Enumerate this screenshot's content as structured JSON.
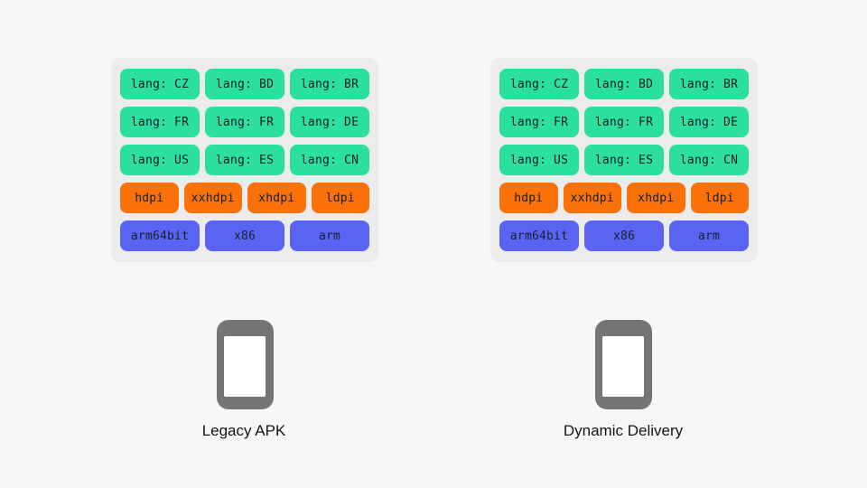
{
  "colors": {
    "page_bg": "#f7f7f7",
    "panel_bg": "#ececec",
    "green": "#2bdf9c",
    "orange": "#f97108",
    "blue": "#5a64f2",
    "chip_text": "#16202b",
    "phone_gray": "#757575",
    "caption_text": "#141414"
  },
  "chip_rows": [
    {
      "color": "green",
      "items": [
        "lang: CZ",
        "lang: BD",
        "lang: BR"
      ]
    },
    {
      "color": "green",
      "items": [
        "lang: FR",
        "lang: FR",
        "lang: DE"
      ]
    },
    {
      "color": "green",
      "items": [
        "lang: US",
        "lang: ES",
        "lang: CN"
      ]
    },
    {
      "color": "orange",
      "items": [
        "hdpi",
        "xxhdpi",
        "xhdpi",
        "ldpi"
      ]
    },
    {
      "color": "blue",
      "items": [
        "arm64bit",
        "x86",
        "arm"
      ]
    }
  ],
  "left": {
    "caption": "Legacy APK"
  },
  "right": {
    "caption": "Dynamic Delivery"
  }
}
